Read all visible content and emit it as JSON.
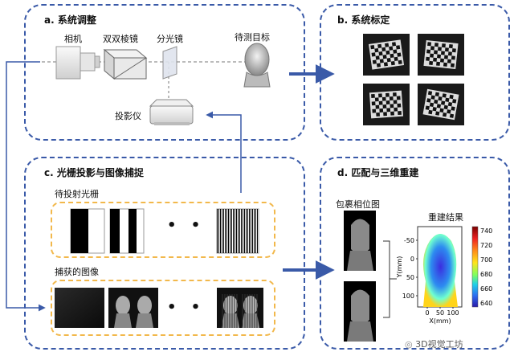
{
  "panels": {
    "a": {
      "title": "a. 系统调整",
      "labels": {
        "camera": "相机",
        "prism": "双双棱镜",
        "splitter": "分光镜",
        "target": "待测目标",
        "projector": "投影仪"
      }
    },
    "b": {
      "title": "b. 系统标定"
    },
    "c": {
      "title": "c. 光栅投影与图像捕捉",
      "labels": {
        "gratings": "待投射光栅",
        "captured": "捕获的图像"
      }
    },
    "d": {
      "title": "d. 匹配与三维重建",
      "labels": {
        "wrapped": "包裹相位图",
        "result": "重建结果"
      }
    }
  },
  "ellipsis": "• • •",
  "watermark": "3D视觉工坊",
  "chart": {
    "xlabel": "X(mm)",
    "ylabel": "Y(mm)",
    "xticks": [
      "0",
      "50",
      "100"
    ],
    "yticks": [
      "-50",
      "0",
      "50",
      "100"
    ],
    "colorbar_ticks": [
      "740",
      "720",
      "700",
      "680",
      "660",
      "640"
    ],
    "colormap": [
      "#7a0000",
      "#e22",
      "#ff8c1a",
      "#ffe41a",
      "#7fff5f",
      "#1fd0e8",
      "#2d6cf0",
      "#2a1aa8"
    ]
  }
}
